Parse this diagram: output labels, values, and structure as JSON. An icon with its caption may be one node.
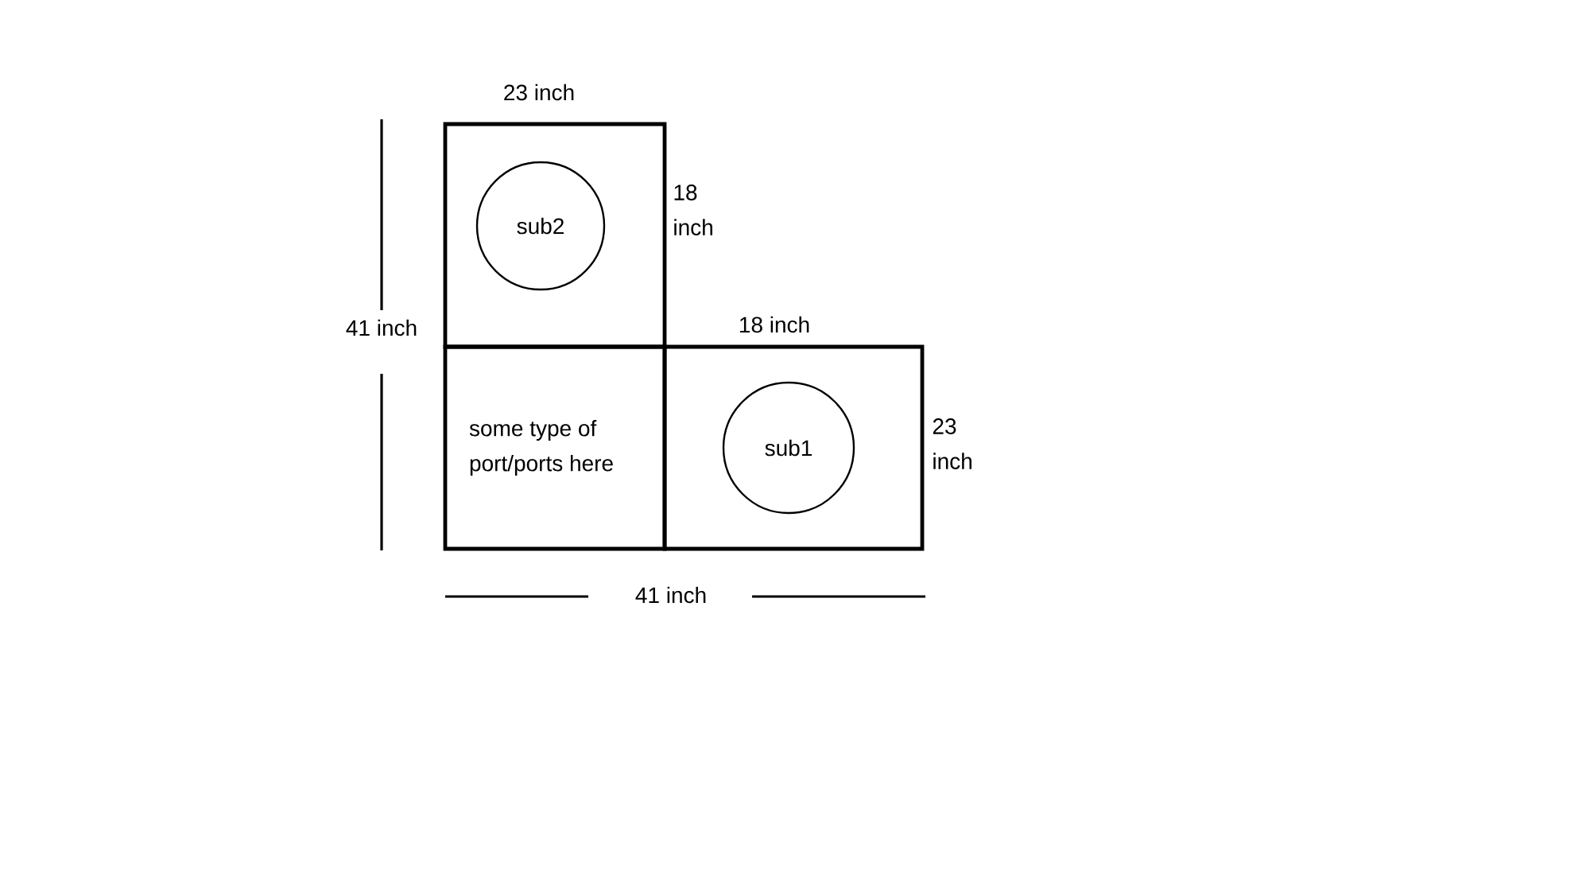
{
  "diagram": {
    "nodes": [
      {
        "text": [],
        "shape": "box"
      },
      {
        "text": [
          "sub2"
        ],
        "in": 0
      },
      {
        "text": [
          "some type of port/ports here"
        ]
      },
      {
        "text": [],
        "shape": "box"
      },
      {
        "text": [
          "sub1"
        ],
        "in": 3
      }
    ],
    "edges": [],
    "labels": [
      "23 inch",
      "18 inch",
      "41 inch",
      "18 inch",
      "23 inch",
      "41 inch"
    ]
  }
}
